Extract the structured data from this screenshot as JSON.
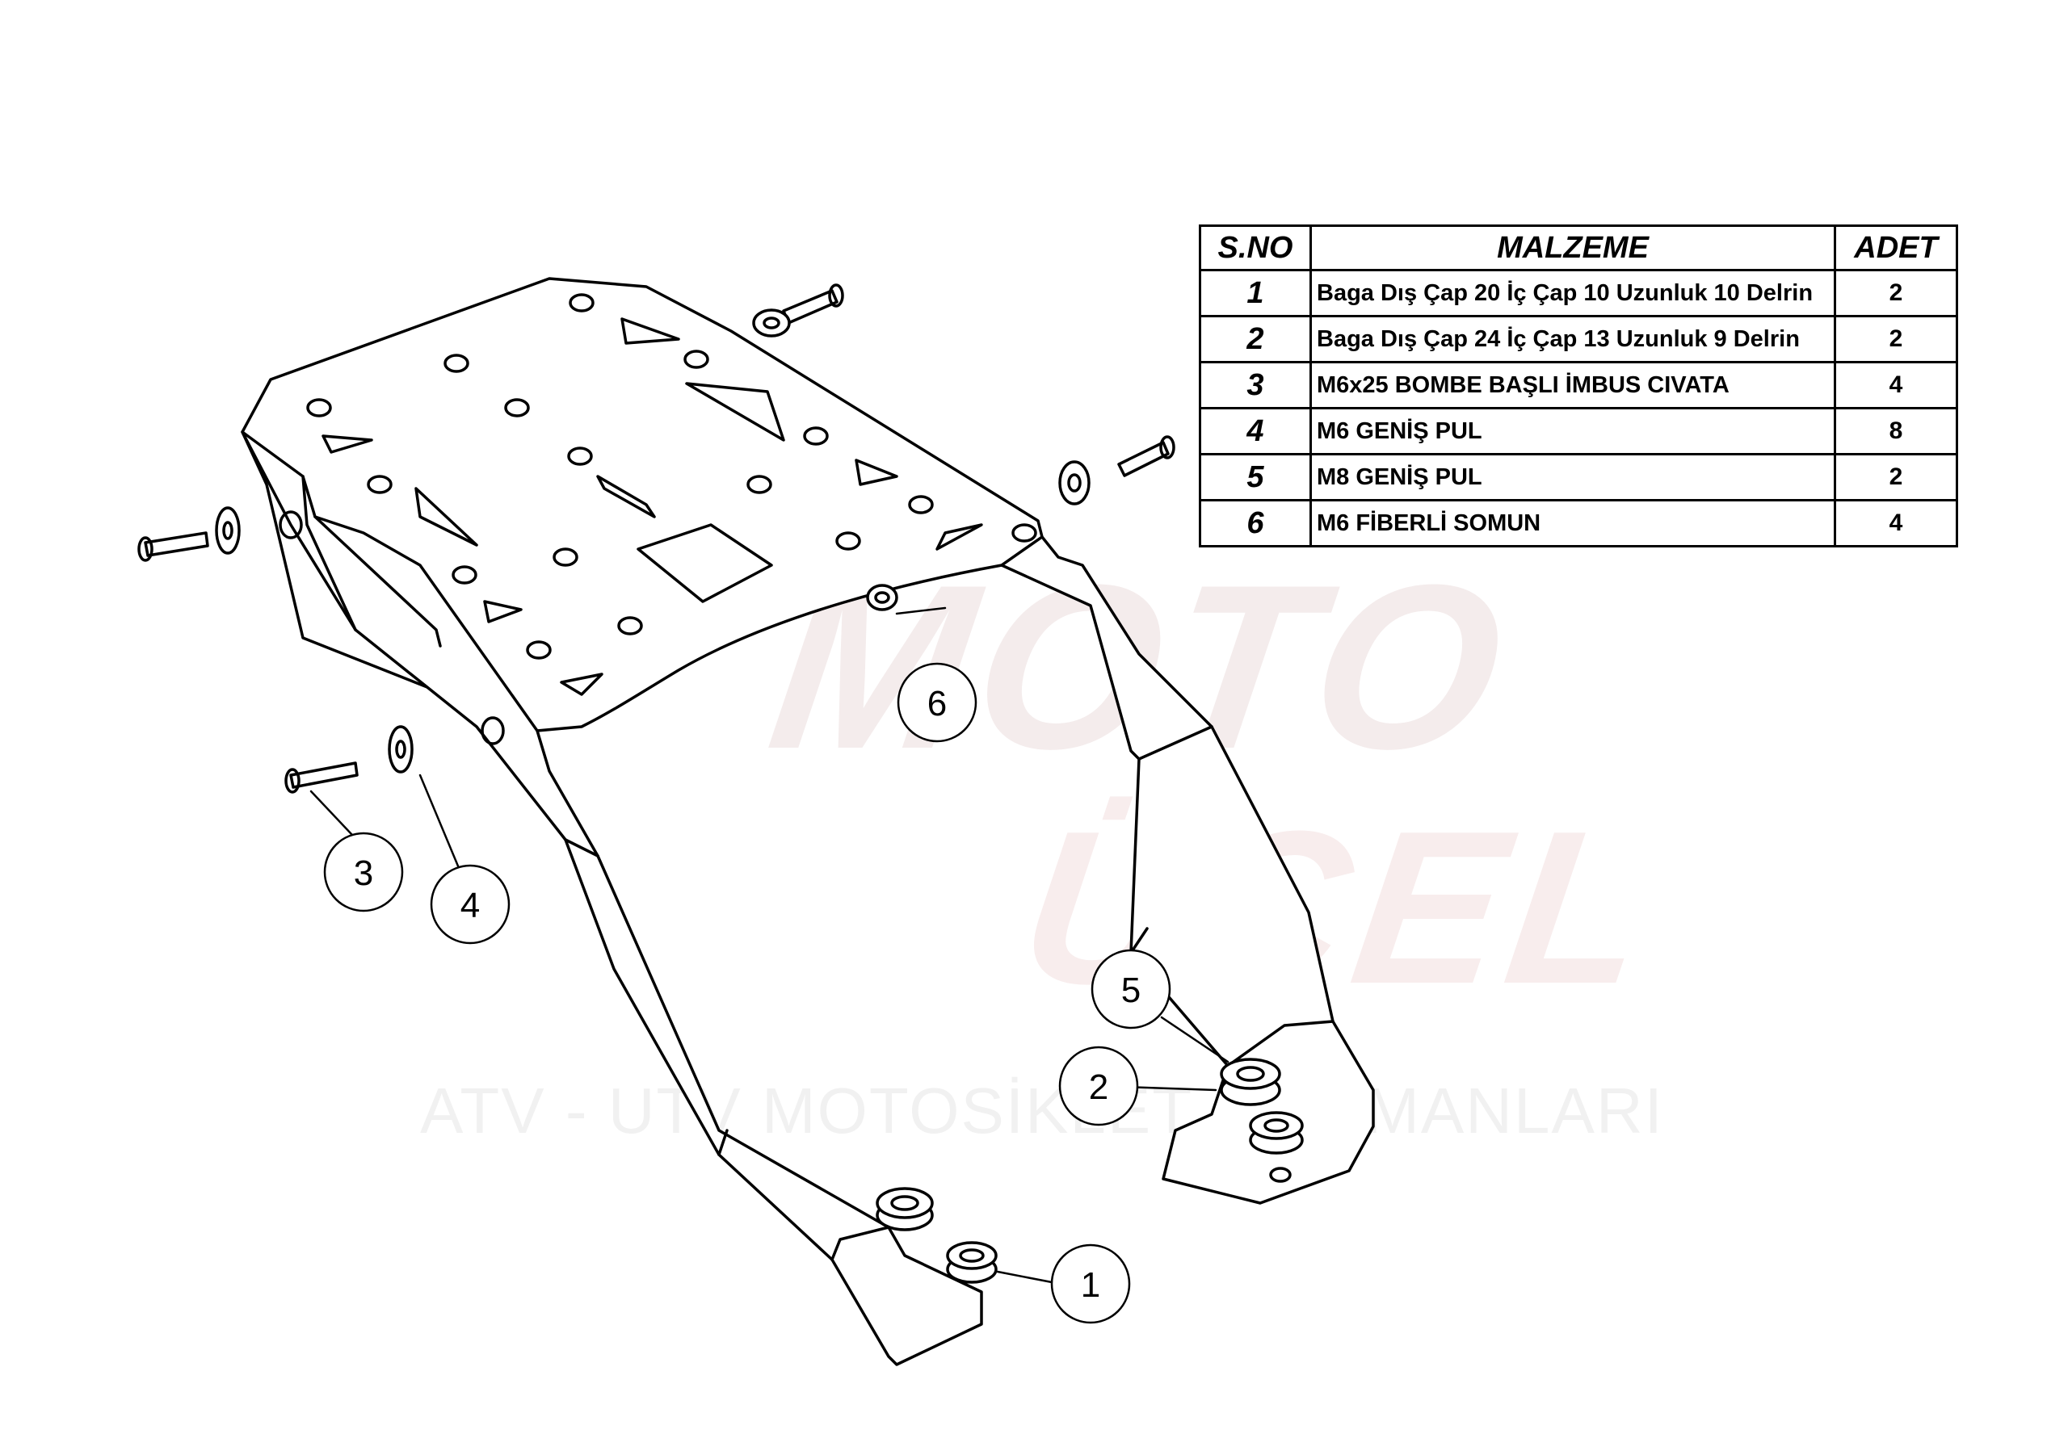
{
  "watermark": {
    "brand": "MOTO",
    "name": "ÜÇEL",
    "tagline": "ATV - UTV MOTOSİKLET EKİPMANLARI"
  },
  "bom": {
    "headers": {
      "sno": "S.NO",
      "item": "MALZEME",
      "qty": "ADET"
    },
    "rows": [
      {
        "sno": "1",
        "item": "Baga Dış Çap 20 İç Çap 10 Uzunluk 10 Delrin",
        "qty": "2"
      },
      {
        "sno": "2",
        "item": "Baga Dış Çap 24 İç Çap 13 Uzunluk 9 Delrin",
        "qty": "2"
      },
      {
        "sno": "3",
        "item": "M6x25 BOMBE BAŞLI İMBUS CIVATA",
        "qty": "4"
      },
      {
        "sno": "4",
        "item": "M6 GENİŞ PUL",
        "qty": "8"
      },
      {
        "sno": "5",
        "item": "M8 GENİŞ PUL",
        "qty": "2"
      },
      {
        "sno": "6",
        "item": "M6 FİBERLİ SOMUN",
        "qty": "4"
      }
    ]
  },
  "balloons": [
    {
      "label": "1"
    },
    {
      "label": "2"
    },
    {
      "label": "3"
    },
    {
      "label": "4"
    },
    {
      "label": "5"
    },
    {
      "label": "6"
    }
  ]
}
